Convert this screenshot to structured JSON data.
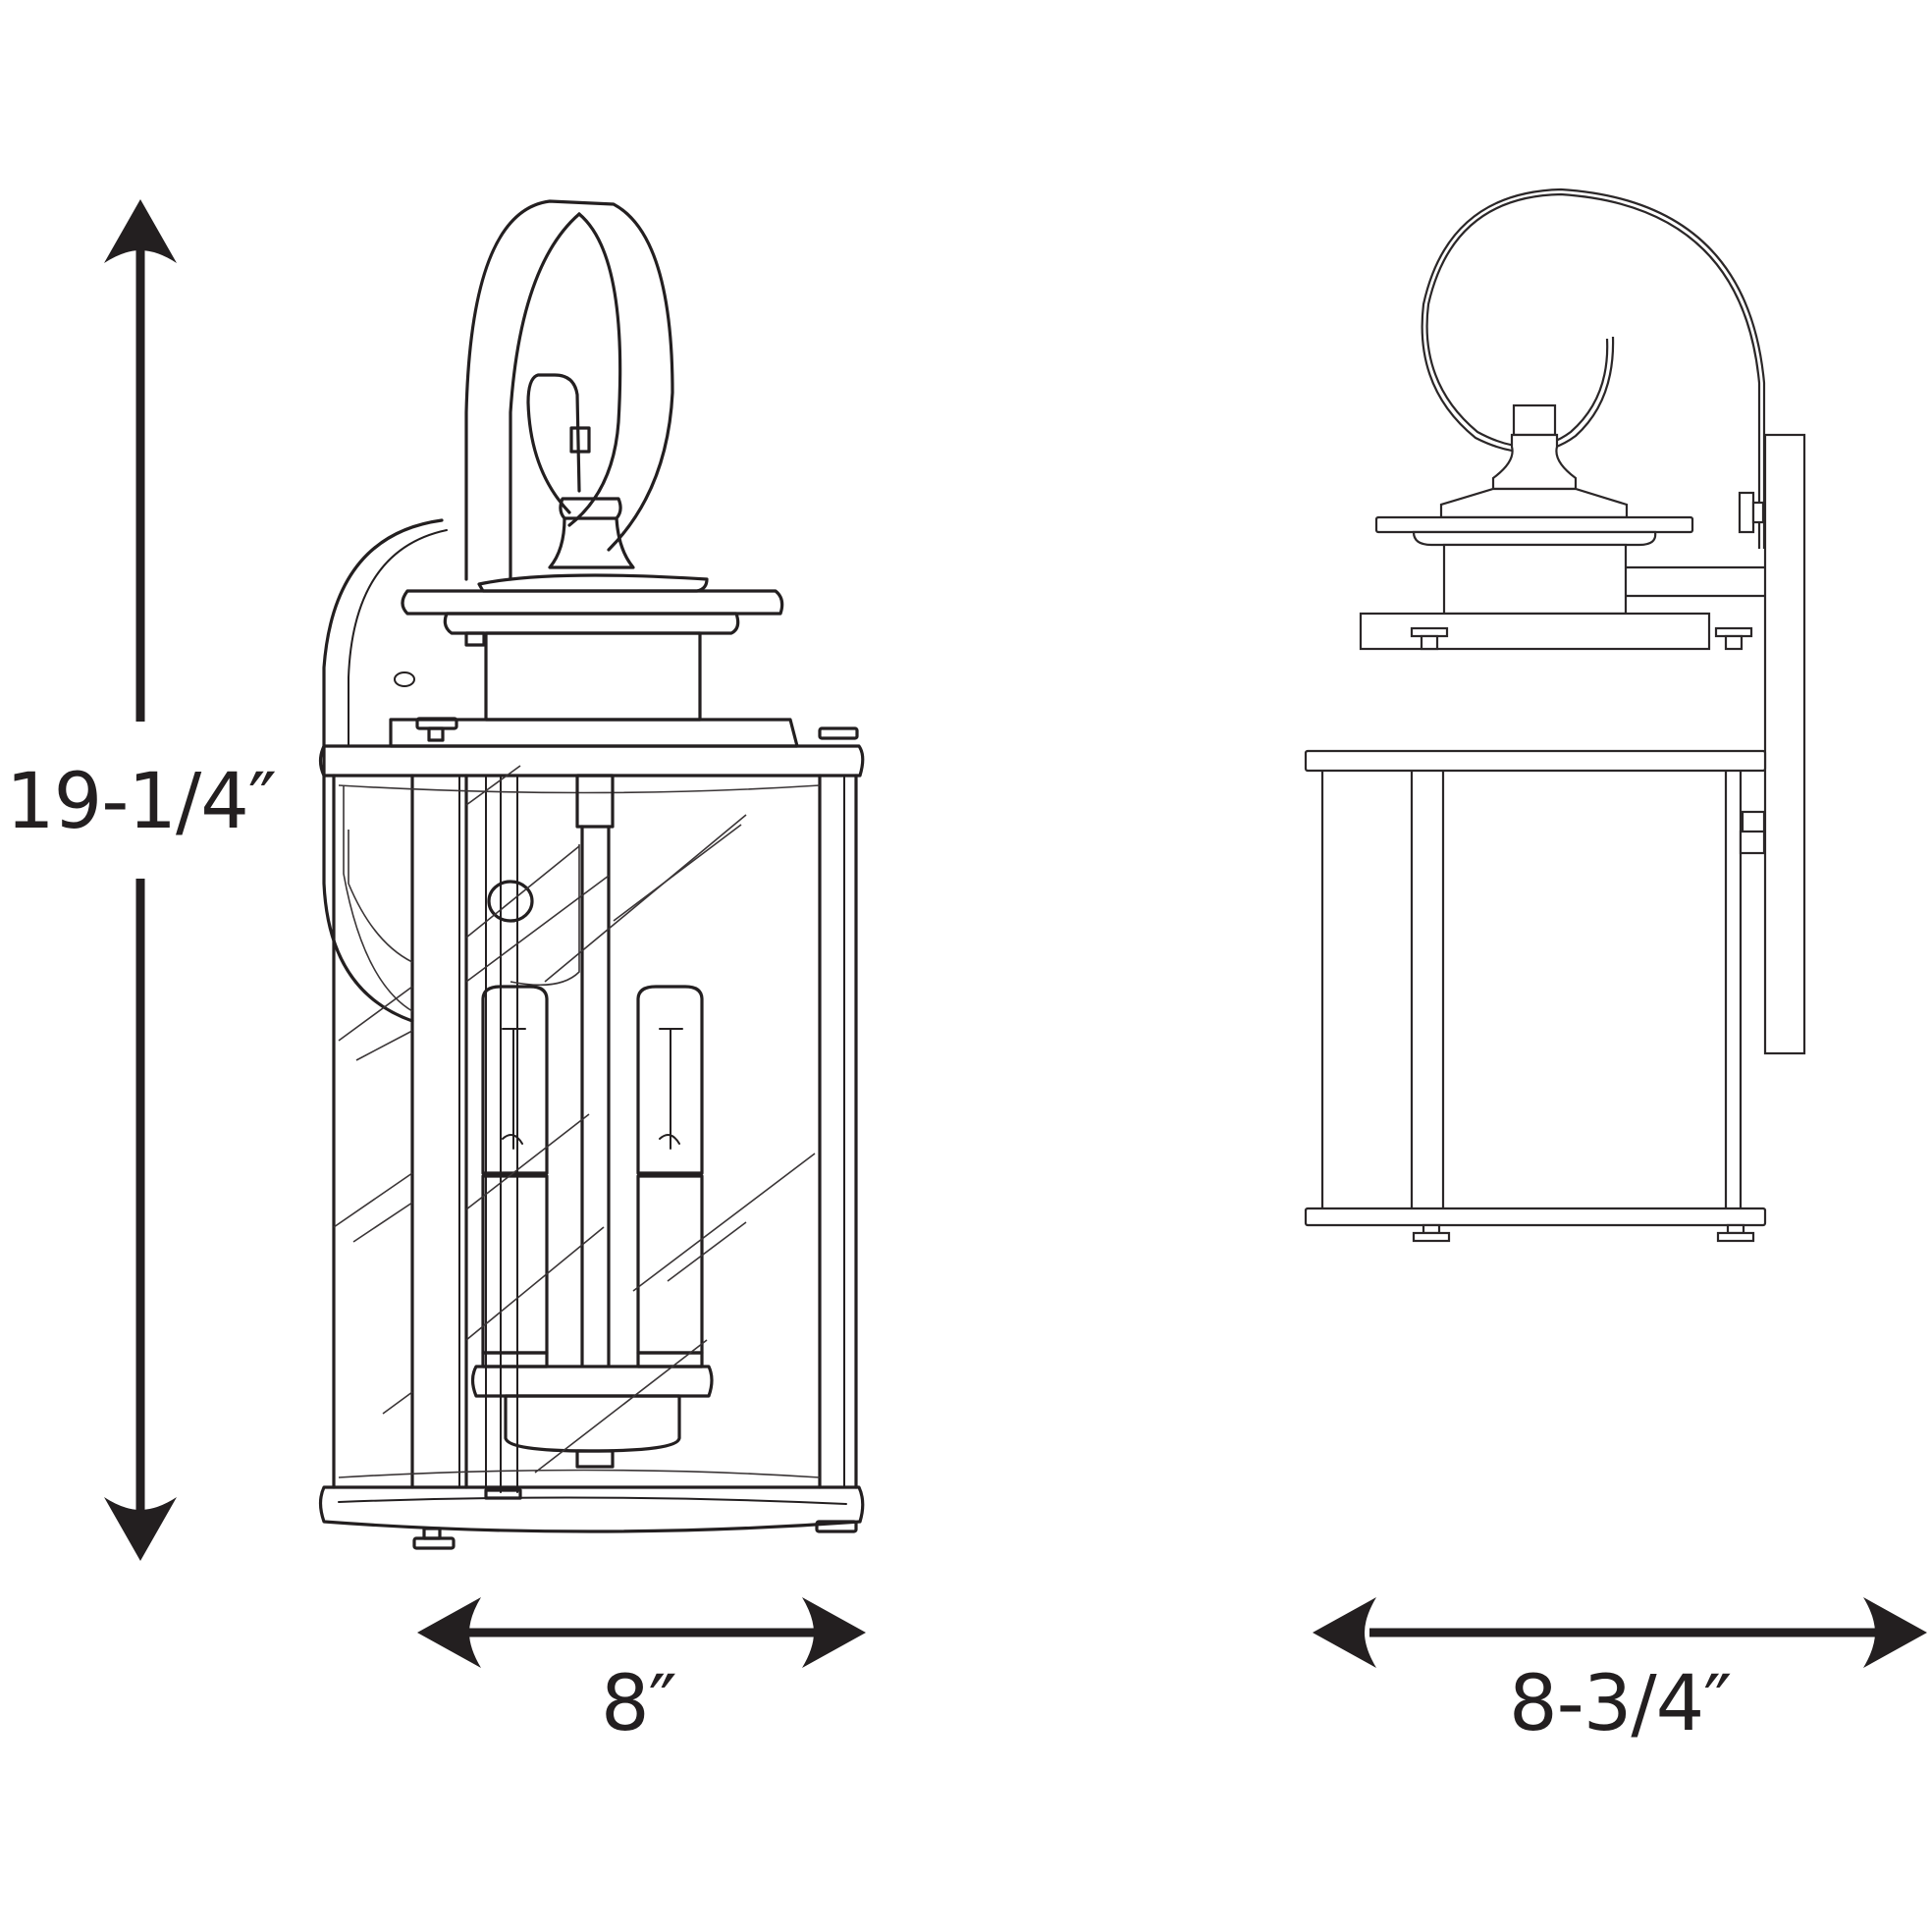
{
  "diagram": {
    "type": "product-dimension-drawing",
    "subject": "Outdoor wall lantern, two-bulb, front and side views",
    "colors": {
      "line": "#231f20",
      "background": "#ffffff"
    },
    "views": [
      {
        "name": "front-view",
        "dimension_label": "8″",
        "dimension_axis": "width"
      },
      {
        "name": "side-view",
        "dimension_label": "8-3/4″",
        "dimension_axis": "depth"
      }
    ],
    "height_dimension": {
      "label": "19-1/4″",
      "axis": "height"
    }
  }
}
